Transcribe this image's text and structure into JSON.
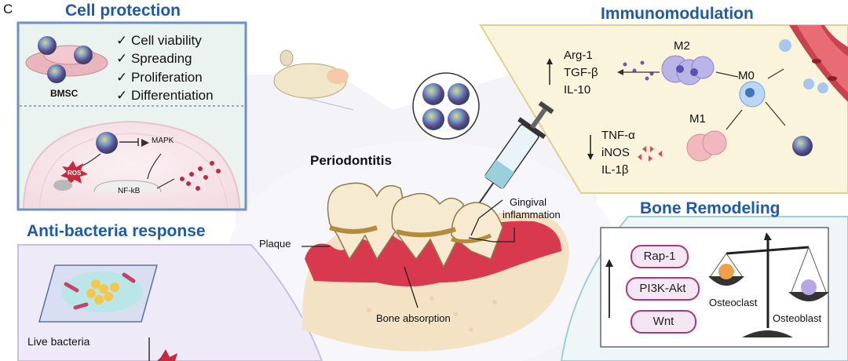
{
  "panel_letter": "C",
  "cell_protection": {
    "title": "Cell protection",
    "cell_label": "BMSC",
    "checklist": [
      "✓ Cell viability",
      "✓ Spreading",
      "✓ Proliferation",
      "✓ Differentiation"
    ],
    "pathway": {
      "ros": "ROS",
      "mapk": "MAPK",
      "nfkb": "NF-kB"
    }
  },
  "immunomodulation": {
    "title": "Immunomodulation",
    "m2": "M2",
    "m0": "M0",
    "m1": "M1",
    "m2_markers": [
      "Arg-1",
      "TGF-β",
      "IL-10"
    ],
    "m1_markers": [
      "TNF-α",
      "iNOS",
      "IL-1β"
    ]
  },
  "center": {
    "title": "Periodontitis",
    "plaque": "Plaque",
    "gingival": [
      "Gingival",
      "inflammation"
    ],
    "bone_absorption": "Bone absorption"
  },
  "anti_bacteria": {
    "title": "Anti-bacteria response",
    "live_bacteria": "Live bacteria"
  },
  "bone_remodeling": {
    "title": "Bone Remodeling",
    "pathways": [
      "Rap-1",
      "PI3K-Akt",
      "Wnt"
    ],
    "osteoclast": "Osteoclast",
    "osteoblast": "Osteoblast"
  },
  "colors": {
    "title_blue": "#1f5aa6",
    "cell_box": "#6f8fc7",
    "immuno_bg": "#fbf4dc",
    "anti_bg": "#eeeaf7",
    "bone_bg": "#eef6f8",
    "pill_border": "#b0357a"
  }
}
